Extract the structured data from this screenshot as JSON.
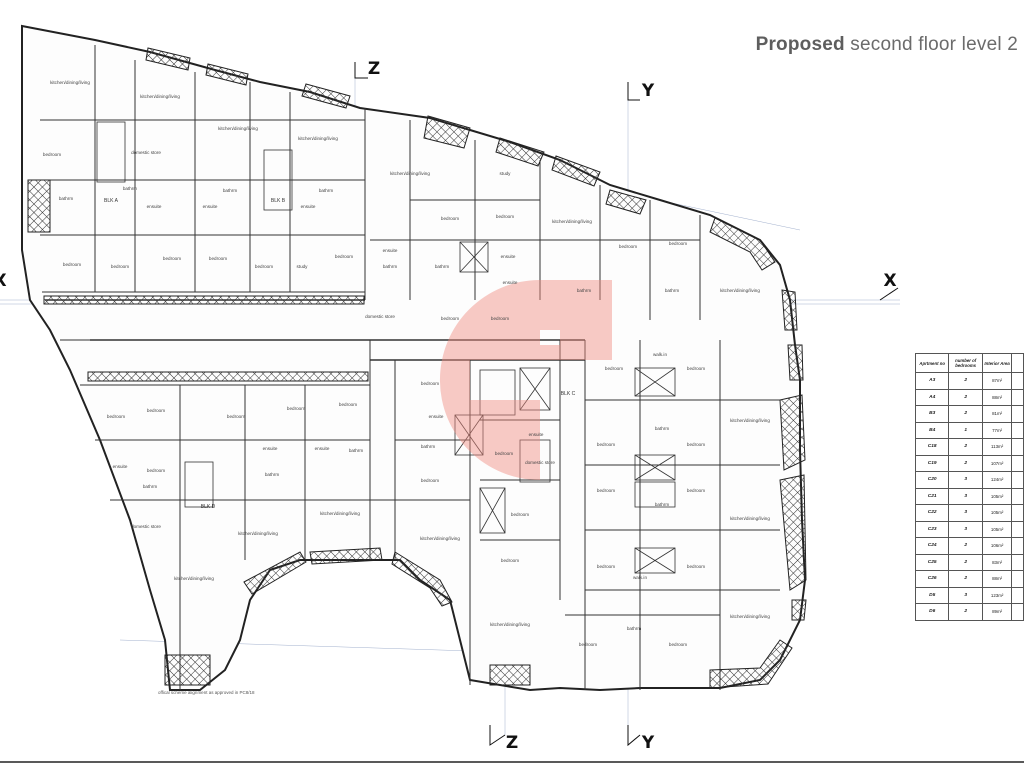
{
  "title": {
    "bold": "Proposed",
    "rest": " second floor level 2"
  },
  "axes": {
    "z_top": "Z",
    "z_bottom": "Z",
    "y_top": "Y",
    "y_bottom": "Y",
    "x_right": "X",
    "x_left": "X"
  },
  "blocks": {
    "a": "BLK A",
    "b": "BLK B",
    "c": "BLK C",
    "d": "BLK D"
  },
  "rooms": {
    "kdl": "kitchen/dining/living",
    "bedroom": "bedroom",
    "bathrm": "bathrm",
    "ensuite": "ensuite",
    "study": "study",
    "domestic_store": "domestic store",
    "walkin": "walk.in"
  },
  "note": "offical scheme alignment as approved in PC8/18",
  "table": {
    "headers": [
      "Aprtment no",
      "number of bedrooms",
      "Interior Area"
    ],
    "rows": [
      [
        "A3",
        "2",
        "87m²"
      ],
      [
        "A4",
        "2",
        "88m²"
      ],
      [
        "B3",
        "2",
        "81m²"
      ],
      [
        "B4",
        "1",
        "77m²"
      ],
      [
        "C18",
        "2",
        "113m²"
      ],
      [
        "C19",
        "2",
        "107m²"
      ],
      [
        "C20",
        "3",
        "124m²"
      ],
      [
        "C21",
        "3",
        "105m²"
      ],
      [
        "C22",
        "3",
        "105m²"
      ],
      [
        "C23",
        "3",
        "105m²"
      ],
      [
        "C24",
        "2",
        "106m²"
      ],
      [
        "C25",
        "2",
        "83m²"
      ],
      [
        "C26",
        "2",
        "88m²"
      ],
      [
        "D5",
        "3",
        "123m²"
      ],
      [
        "D6",
        "2",
        "89m²"
      ]
    ]
  }
}
